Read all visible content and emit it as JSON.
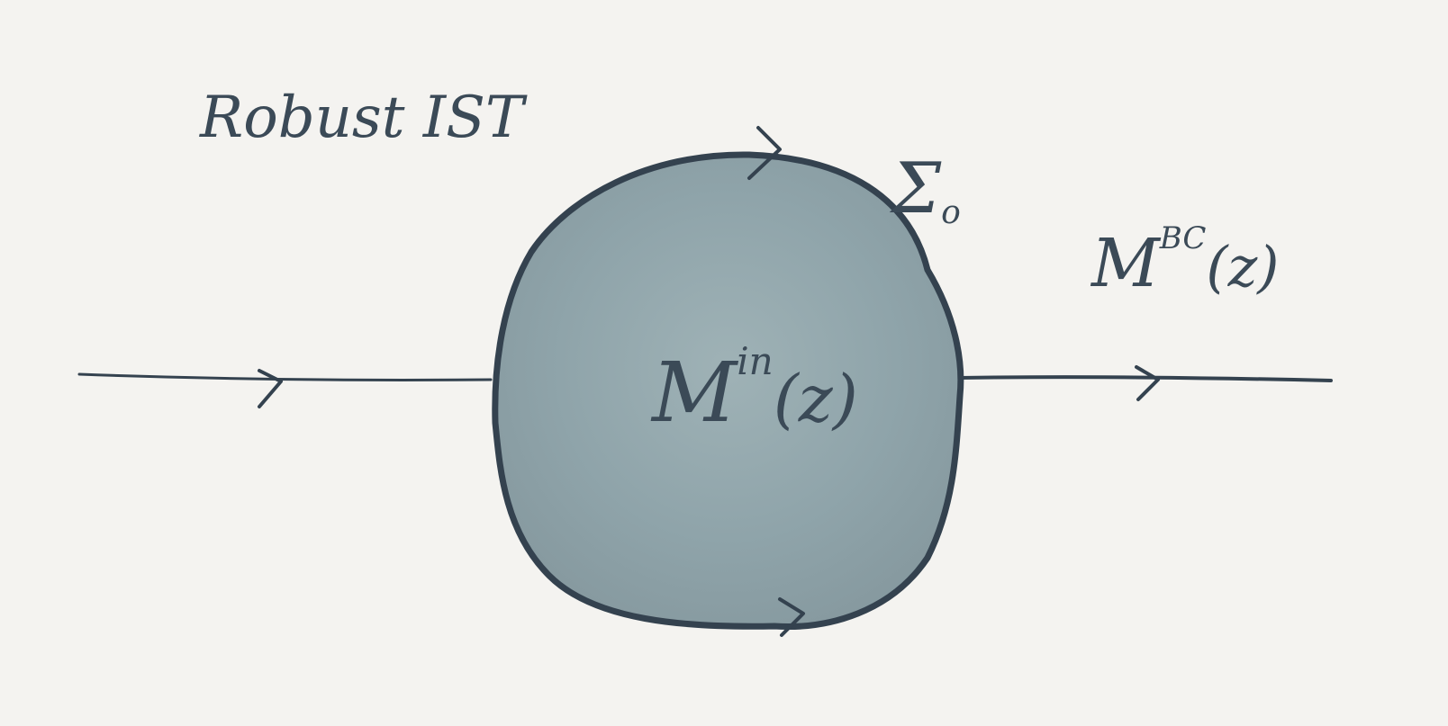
{
  "title": "Robust IST",
  "contour_label": {
    "base": "Σ",
    "sub": "o"
  },
  "inner_label": {
    "base": "M",
    "sup": "in",
    "arg": "(z)"
  },
  "outer_label": {
    "base": "M",
    "sup": "BC",
    "arg": "(z)"
  },
  "colors": {
    "background": "#f4f3f0",
    "ink": "#34424f",
    "disk_fill": "#8fa5aa"
  },
  "arrow_icons": [
    "arrow-right-icon",
    "arrow-right-icon",
    "arrow-right-icon",
    "arrow-right-icon"
  ]
}
